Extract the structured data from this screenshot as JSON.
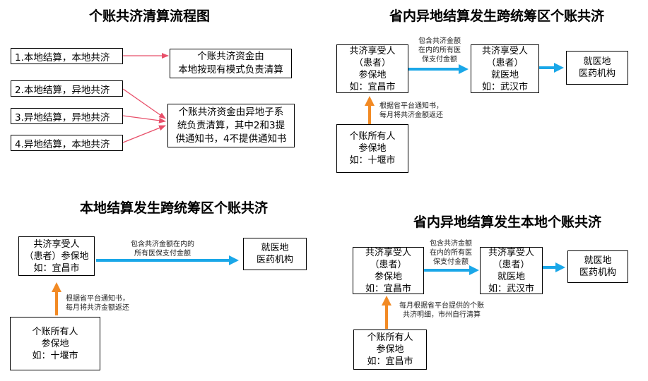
{
  "colors": {
    "red_arrow": "#e8506a",
    "blue_arrow": "#1aa7e8",
    "orange_arrow": "#f28a24"
  },
  "flowchart": {
    "title": "个账共济清算流程图",
    "cases": [
      "1.本地结算，本地共济",
      "2.本地结算，异地共济",
      "3.异地结算，异地共济",
      "4.异地结算，本地共济"
    ],
    "result1": [
      "个账共济资金由",
      "本地按现有模式负责清算"
    ],
    "result2": [
      "个账共济资金由异地子系",
      "统负责清算，其中2和3提",
      "供通知书，4不提供通知书"
    ]
  },
  "panel_tr": {
    "title": "省内异地结算发生跨统筹区个账共济",
    "box_beneficiary": [
      "共济享受人",
      "（患者）",
      "参保地",
      "如：宜昌市"
    ],
    "box_hospital_region": [
      "共济享受人",
      "（患者）",
      "就医地",
      "如：武汉市"
    ],
    "box_institution": [
      "就医地",
      "医药机构"
    ],
    "box_owner": [
      "个账所有人",
      "参保地",
      "如：十堰市"
    ],
    "note_top": [
      "包含共济金额",
      "在内的所有医",
      "保支付金额"
    ],
    "note_side": [
      "根据省平台通知书，",
      "每月将共济金额返还"
    ]
  },
  "panel_bl": {
    "title": "本地结算发生跨统筹区个账共济",
    "box_beneficiary": [
      "共济享受人",
      "（患者）参保地",
      "如：宜昌市"
    ],
    "box_institution": [
      "就医地",
      "医药机构"
    ],
    "box_owner": [
      "个账所有人",
      "参保地",
      "如：十堰市"
    ],
    "note_top": [
      "包含共济金额在内的",
      "所有医保支付金额"
    ],
    "note_side": [
      "根据省平台通知书，",
      "每月将共济金额返还"
    ]
  },
  "panel_br": {
    "title": "省内异地结算发生本地个账共济",
    "box_beneficiary": [
      "共济享受人",
      "（患者）",
      "参保地",
      "如：宜昌市"
    ],
    "box_hospital_region": [
      "共济享受人",
      "（患者）",
      "就医地",
      "如：武汉市"
    ],
    "box_institution": [
      "就医地",
      "医药机构"
    ],
    "box_owner": [
      "个账所有人",
      "参保地",
      "如：宜昌市"
    ],
    "note_top": [
      "包含共济金额",
      "在内的所有医",
      "保支付金额"
    ],
    "note_side": [
      "每月根据省平台提供的个账",
      "共济明细，市州自行清算"
    ]
  }
}
